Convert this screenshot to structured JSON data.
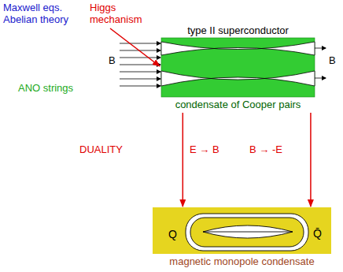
{
  "diagram": {
    "nodes": [
      {
        "text": [
          "type II superconductor",
          "condensate of Cooper pairs"
        ]
      },
      {
        "text": [
          "Q",
          "Q̄",
          "magnetic monopole condensate"
        ]
      }
    ],
    "edges": [
      {
        "from": 0,
        "to": 1,
        "arrow": "to"
      },
      {
        "from": 0,
        "to": 1,
        "arrow": "to"
      }
    ],
    "labels": [
      "Maxwell eqs.",
      "Abelian theory",
      "Higgs mechanism",
      "B",
      "B",
      "ANO strings",
      "DUALITY",
      "E → B",
      "B → -E"
    ]
  }
}
